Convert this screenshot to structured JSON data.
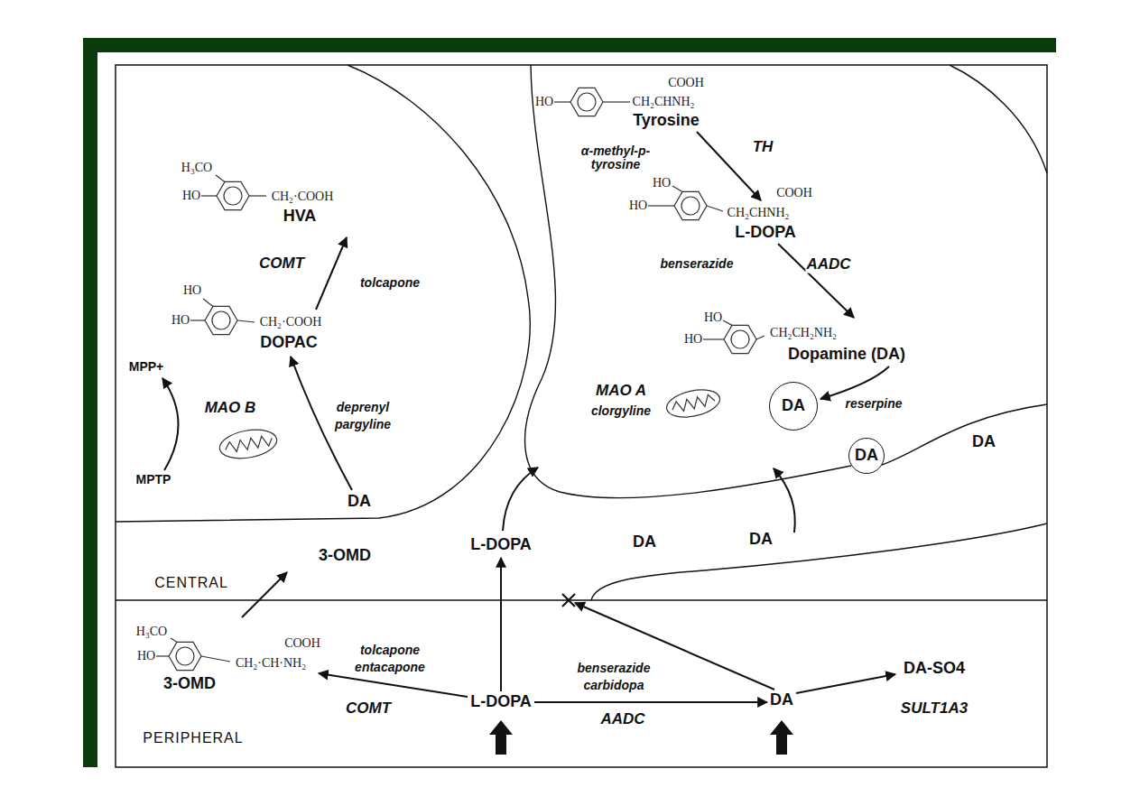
{
  "diagram": {
    "nodes": [
      {
        "text": [
          "DA"
        ]
      },
      {
        "text": [
          "DA"
        ]
      }
    ],
    "labels": [
      "COOH",
      "HO",
      "CH₂CHNH₂",
      "Tyrosine",
      "α-methyl-p- tyrosine",
      "TH",
      "HO",
      "HO",
      "COOH",
      "CH₂CHNH₂",
      "L-DOPA",
      "benserazide",
      "AADC",
      "HO",
      "HO",
      "CH₂CH₂NH₂",
      "Dopamine (DA)",
      "MAO A",
      "clorgyline",
      "reserpine",
      "DA",
      "H₃CO",
      "HO",
      "CH₂·COOH",
      "HVA",
      "COMT",
      "tolcapone",
      "HO",
      "HO",
      "CH₂·COOH",
      "DOPAC",
      "MPP+",
      "MAO B",
      "deprenyl",
      "pargyline",
      "MPTP",
      "DA",
      "3-OMD",
      "L-DOPA",
      "DA",
      "DA",
      "CENTRAL",
      "H₃CO",
      "HO",
      "COOH",
      "CH₂·CH·NH₂",
      "3-OMD",
      "tolcapone",
      "entacapone",
      "COMT",
      "L-DOPA",
      "benserazide",
      "carbidopa",
      "AADC",
      "DA",
      "DA-SO4",
      "SULT1A3",
      "PERIPHERAL"
    ]
  }
}
